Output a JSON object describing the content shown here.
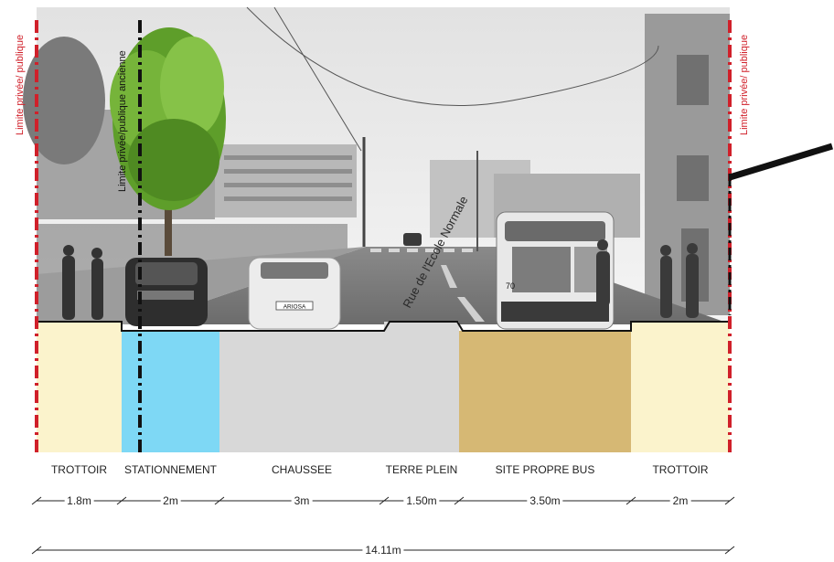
{
  "boundary": {
    "left_label": "Limite privée/ publique",
    "right_label": "Limite privée/ publique",
    "old_label": "Limite privée/publique ancienne"
  },
  "street_sign": "Rue de l'Ecole Normale",
  "bus_number": "70",
  "plate_text": "ARIOSA",
  "sections": [
    {
      "label": "TROTTOIR",
      "width": "1.8m",
      "color": "#fbf3cc"
    },
    {
      "label": "STATIONNEMENT",
      "width": "2m",
      "color": "#7ed8f5"
    },
    {
      "label": "CHAUSSEE",
      "width": "3m",
      "color": "#d8d8d8"
    },
    {
      "label": "TERRE PLEIN",
      "width": "1.50m",
      "color": "#d8d8d8"
    },
    {
      "label": "SITE PROPRE BUS",
      "width": "3.50m",
      "color": "#d6b874"
    },
    {
      "label": "TROTTOIR",
      "width": "2m",
      "color": "#fbf3cc"
    }
  ],
  "total_width": "14.11m"
}
